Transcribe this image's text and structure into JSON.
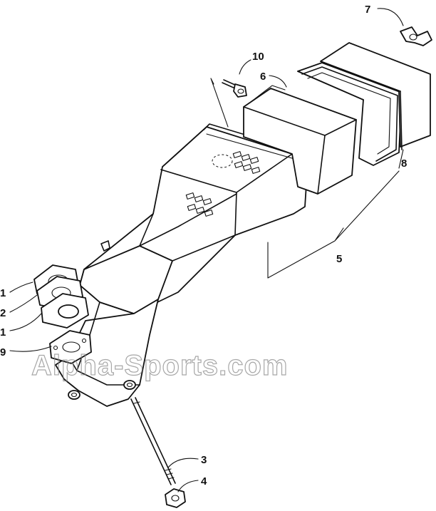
{
  "watermark": "Alpha-Sports.com",
  "callouts": [
    {
      "id": "1a",
      "label": "1"
    },
    {
      "id": "2",
      "label": "2"
    },
    {
      "id": "1b",
      "label": "1"
    },
    {
      "id": "9",
      "label": "9"
    },
    {
      "id": "3",
      "label": "3"
    },
    {
      "id": "4",
      "label": "4"
    },
    {
      "id": "5",
      "label": "5"
    },
    {
      "id": "6",
      "label": "6"
    },
    {
      "id": "7",
      "label": "7"
    },
    {
      "id": "8",
      "label": "8"
    },
    {
      "id": "10",
      "label": "10"
    }
  ]
}
